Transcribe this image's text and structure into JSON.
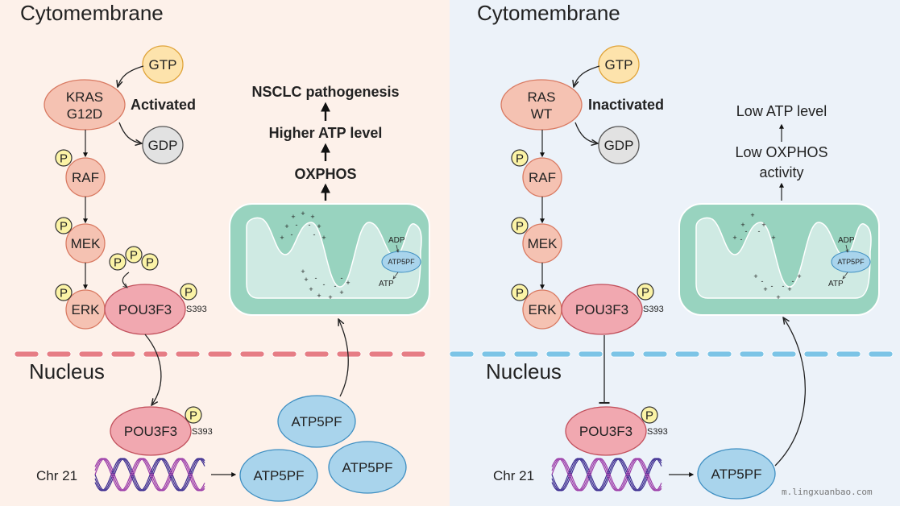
{
  "colors": {
    "left_bg": "#fdf1ea",
    "right_bg": "#ecf2f9",
    "node_salmon": "#f5c2b2",
    "node_salmon_stroke": "#d97a62",
    "gtp_fill": "#fde3ac",
    "gtp_stroke": "#e0a43a",
    "gdp_fill": "#e2e2e2",
    "pou_fill": "#f1a8b0",
    "pou_stroke": "#c2505c",
    "atp_fill": "#a9d4ec",
    "atp_stroke": "#3f8fc2",
    "p_fill": "#fbf3a6",
    "mito_fill": "#98d3bf",
    "mito_inner": "#cfeae3",
    "membrane_red": "#e67d85",
    "membrane_blue": "#7cc4e6",
    "dna1": "#3b2a8f",
    "dna2": "#9b3ba8"
  },
  "left": {
    "cytomembrane": "Cytomembrane",
    "gtp": "GTP",
    "kras_line1": "KRAS",
    "kras_line2": "G12D",
    "activated": "Activated",
    "gdp": "GDP",
    "raf": "RAF",
    "mek": "MEK",
    "erk": "ERK",
    "pou_cyto": "POU3F3",
    "s393_cyto": "S393",
    "nucleus": "Nucleus",
    "pou_nuc": "POU3F3",
    "s393_nuc": "S393",
    "chr": "Chr 21",
    "atp5pf_a": "ATP5PF",
    "atp5pf_b": "ATP5PF",
    "atp5pf_c": "ATP5PF",
    "outcome_1": "NSCLC pathogenesis",
    "outcome_2": "Higher ATP level",
    "outcome_3": "OXPHOS",
    "adp": "ADP",
    "atp5pf_mito": "ATP5PF",
    "atp": "ATP"
  },
  "right": {
    "cytomembrane": "Cytomembrane",
    "gtp": "GTP",
    "ras_line1": "RAS",
    "ras_line2": "WT",
    "inactivated": "Inactivated",
    "gdp": "GDP",
    "raf": "RAF",
    "mek": "MEK",
    "erk": "ERK",
    "pou_cyto": "POU3F3",
    "s393_cyto": "S393",
    "nucleus": "Nucleus",
    "pou_nuc": "POU3F3",
    "s393_nuc": "S393",
    "chr": "Chr 21",
    "atp5pf": "ATP5PF",
    "outcome_1": "Low ATP level",
    "outcome_2a": "Low OXPHOS",
    "outcome_2b": "activity",
    "adp": "ADP",
    "atp5pf_mito": "ATP5PF",
    "atp": "ATP"
  },
  "phospho": "P",
  "watermark": "m.lingxuanbao.com"
}
